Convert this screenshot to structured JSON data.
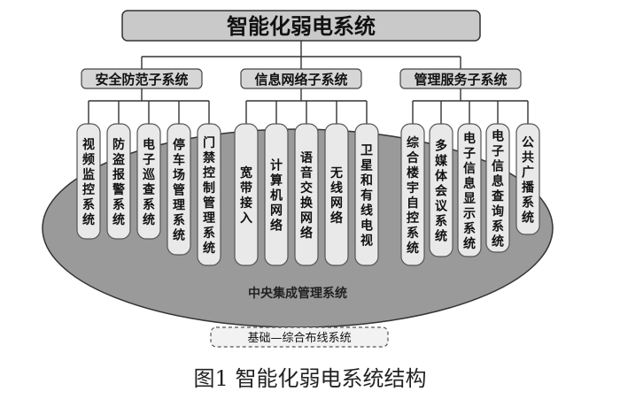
{
  "title": "智能化弱电系统",
  "subsystems": [
    {
      "name": "安全防范子系统",
      "items": [
        "视频监控系统",
        "防盗报警系统",
        "电子巡查系统",
        "停车场管理系统",
        "门禁控制管理系统"
      ]
    },
    {
      "name": "信息网络子系统",
      "items": [
        "宽带接入",
        "计算机网络",
        "语音交换网络",
        "无线网络",
        "卫星和有线电视"
      ]
    },
    {
      "name": "管理服务子系统",
      "items": [
        "综合楼宇自控系统",
        "多媒体会议系统",
        "电子信息显示系统",
        "电子信息查询系统",
        "公共广播系统"
      ]
    }
  ],
  "center_label": "中央集成管理系统",
  "base_label": "基础—综合布线系统",
  "caption": "图1  智能化弱电系统结构"
}
